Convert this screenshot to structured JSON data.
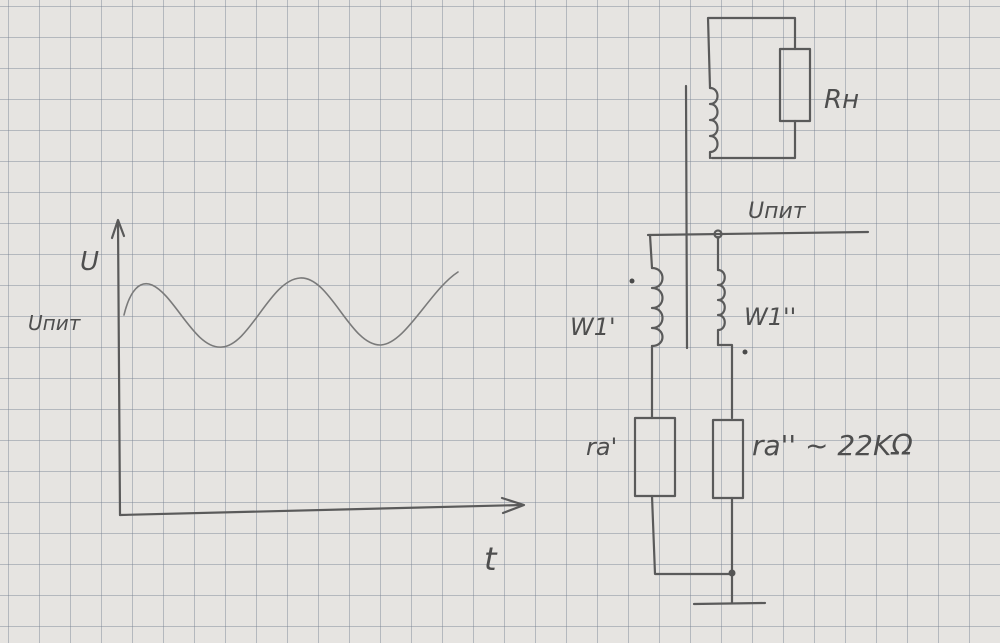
{
  "graph": {
    "y_axis_label": "U",
    "x_axis_label": "t",
    "level_label": "Uпит"
  },
  "circuit": {
    "load_label": "Rн",
    "supply_label": "Uпит",
    "winding_left_label": "W1'",
    "winding_right_label": "W1''",
    "resistor_left_label": "ra'",
    "resistor_right_label": "ra'' ~ 22KΩ"
  },
  "colors": {
    "ink": "#5a5a5a",
    "paper": "#e6e4e1",
    "grid": "#8a93a0"
  }
}
